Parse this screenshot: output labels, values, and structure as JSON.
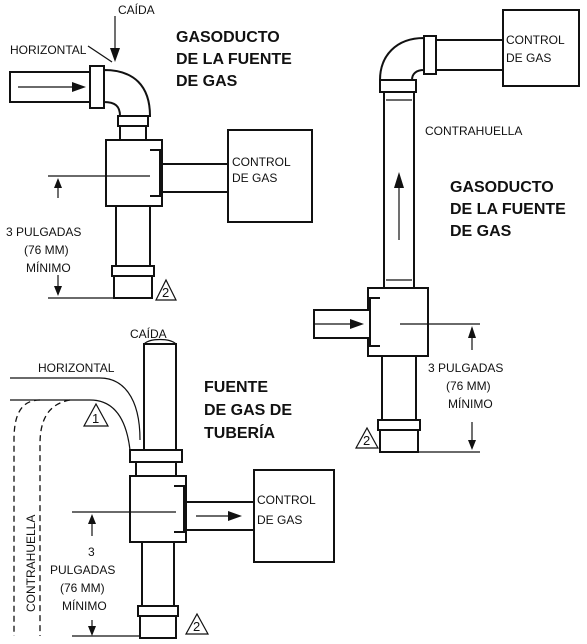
{
  "fig1": {
    "caida": "CAÍDA",
    "horizontal": "HORIZONTAL",
    "title": [
      "GASODUCTO",
      "DE LA FUENTE",
      "DE GAS"
    ],
    "control": [
      "CONTROL",
      "DE GAS"
    ],
    "min": [
      "3 PULGADAS",
      "(76 MM)",
      "MÍNIMO"
    ],
    "marker": "2"
  },
  "fig2": {
    "control": [
      "CONTROL",
      "DE GAS"
    ],
    "contrahuella": "CONTRAHUELLA",
    "title": [
      "GASODUCTO",
      "DE LA FUENTE",
      "DE GAS"
    ],
    "min": [
      "3 PULGADAS",
      "(76 MM)",
      "MÍNIMO"
    ],
    "marker": "2"
  },
  "fig3": {
    "caida": "CAÍDA",
    "horizontal": "HORIZONTAL",
    "title": [
      "FUENTE",
      "DE GAS DE",
      "TUBERÍA"
    ],
    "control": [
      "CONTROL",
      "DE GAS"
    ],
    "contrahuella": "CONTRAHUELLA",
    "min": [
      "3",
      "PULGADAS",
      "(76 MM)",
      "MÍNIMO"
    ],
    "marker1": "1",
    "marker2": "2"
  }
}
